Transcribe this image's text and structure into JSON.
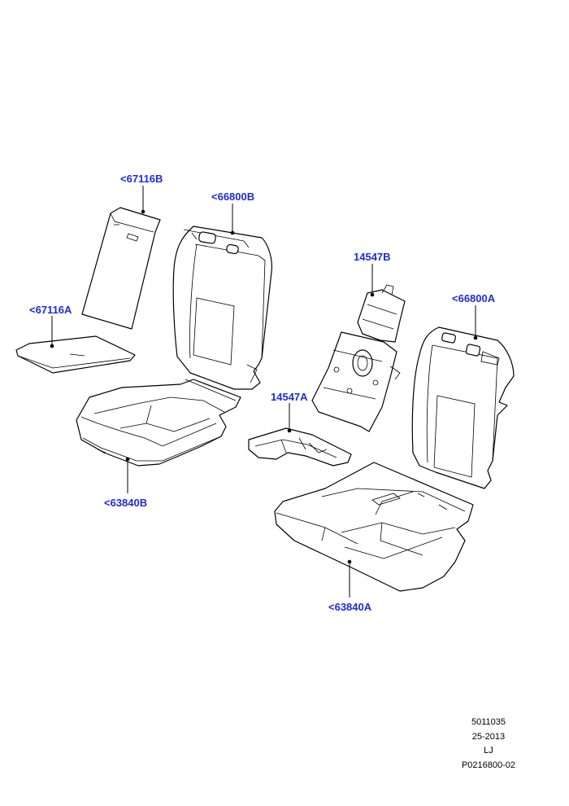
{
  "labels": {
    "p67116B": "<67116B",
    "p66800B": "<66800B",
    "p67116A": "<67116A",
    "p63840B": "<63840B",
    "p14547B": "14547B",
    "p66800A": "<66800A",
    "p14547A": "14547A",
    "p63840A": "<63840A"
  },
  "footer": {
    "line1": "5011035",
    "line2": "25-2013",
    "line3": "LJ",
    "line4": "P0216800-02"
  },
  "colors": {
    "label": "#1f2bd6",
    "line": "#000000"
  }
}
